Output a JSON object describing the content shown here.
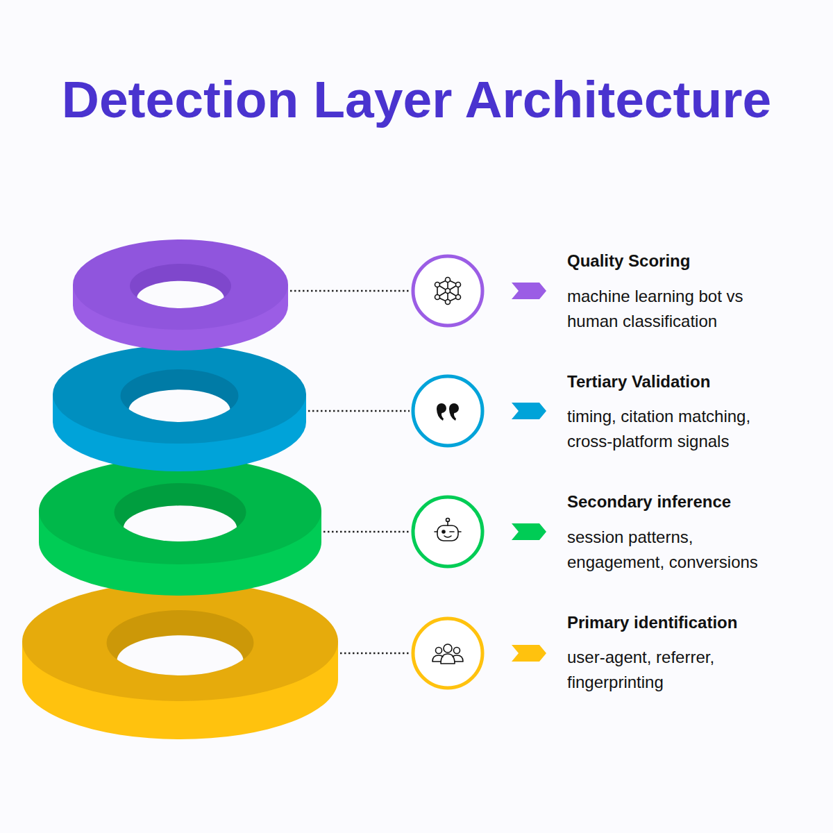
{
  "diagram": {
    "title": "Detection Layer Architecture",
    "labels": [
      "Quality Scoring",
      "machine learning bot vs human classification",
      "Tertiary Validation",
      "timing, citation matching, cross-platform signals",
      "Secondary inference",
      "session patterns, engagement, conversions",
      "Primary identification",
      "user-agent, referrer, fingerprinting"
    ]
  }
}
